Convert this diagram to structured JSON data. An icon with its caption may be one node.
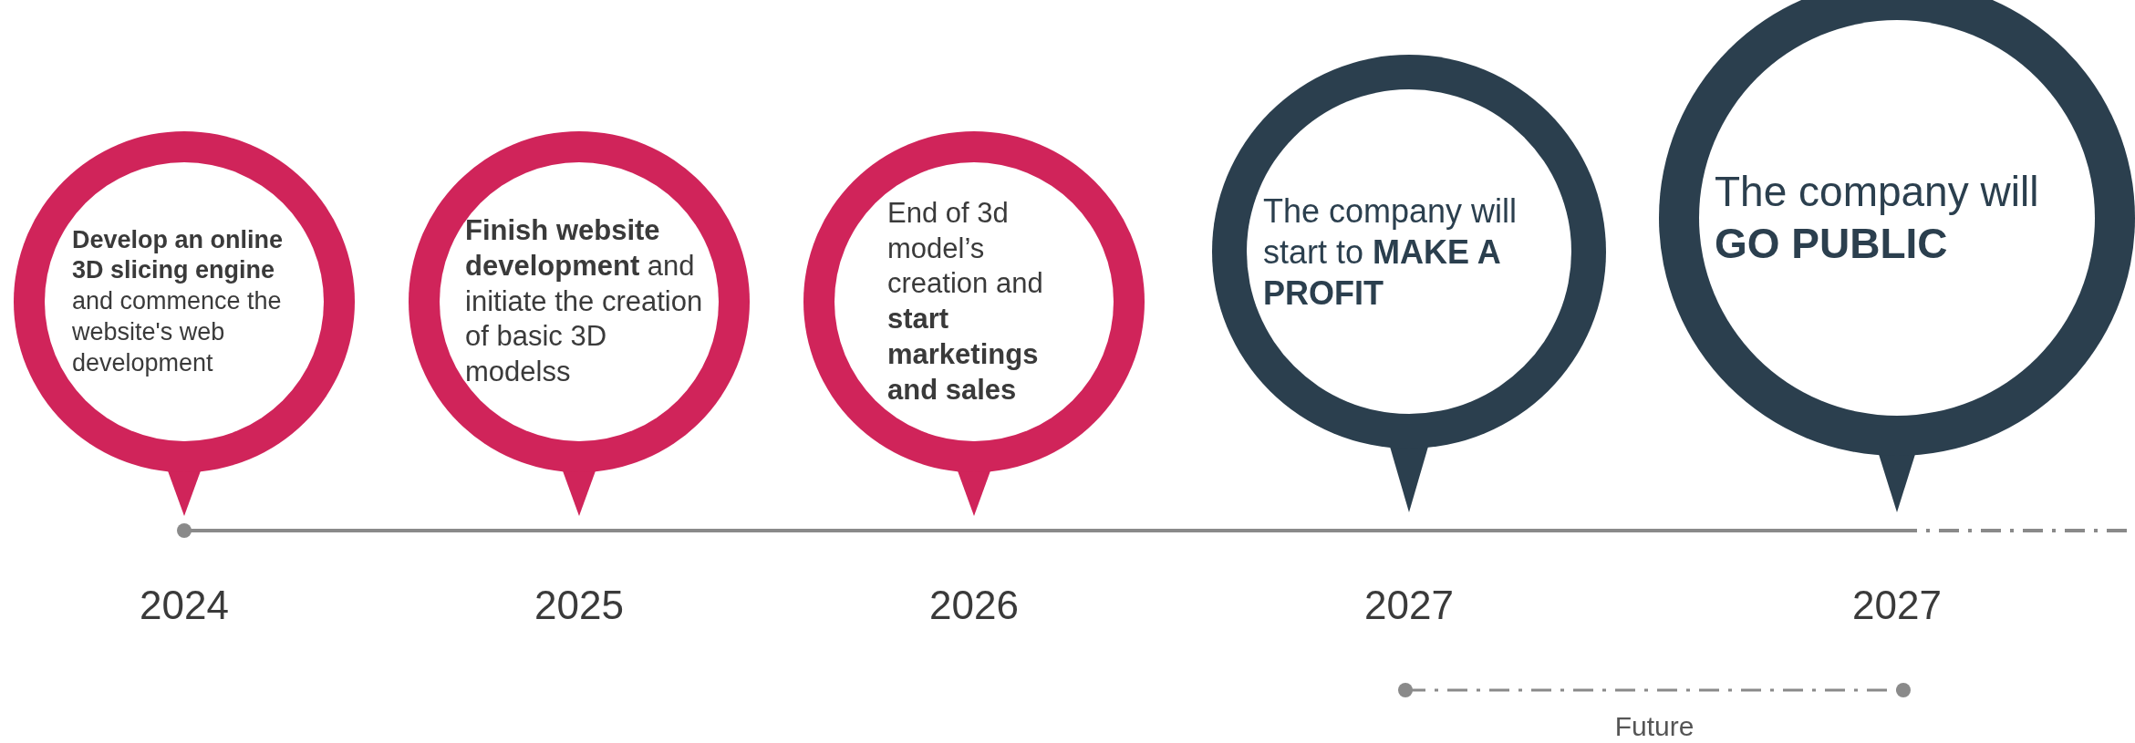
{
  "diagram": {
    "nodes": [
      {
        "text": [
          "**Develop an online 3D slicing engine** and commence the website's web development"
        ],
        "beside": [
          "2024"
        ]
      },
      {
        "text": [
          "**Finish website development** and initiate the creation of basic 3D modelss"
        ],
        "beside": [
          "2025"
        ]
      },
      {
        "text": [
          "End of 3d model’s creation and **start marketings and sales**"
        ],
        "beside": [
          "2026"
        ]
      },
      {
        "text": [
          "The company will start to **MAKE A PROFIT**"
        ],
        "beside": [
          "2027"
        ]
      },
      {
        "text": [
          "The company will **GO PUBLIC**"
        ],
        "beside": [
          "2027"
        ]
      }
    ],
    "labels": [
      "Future"
    ]
  }
}
